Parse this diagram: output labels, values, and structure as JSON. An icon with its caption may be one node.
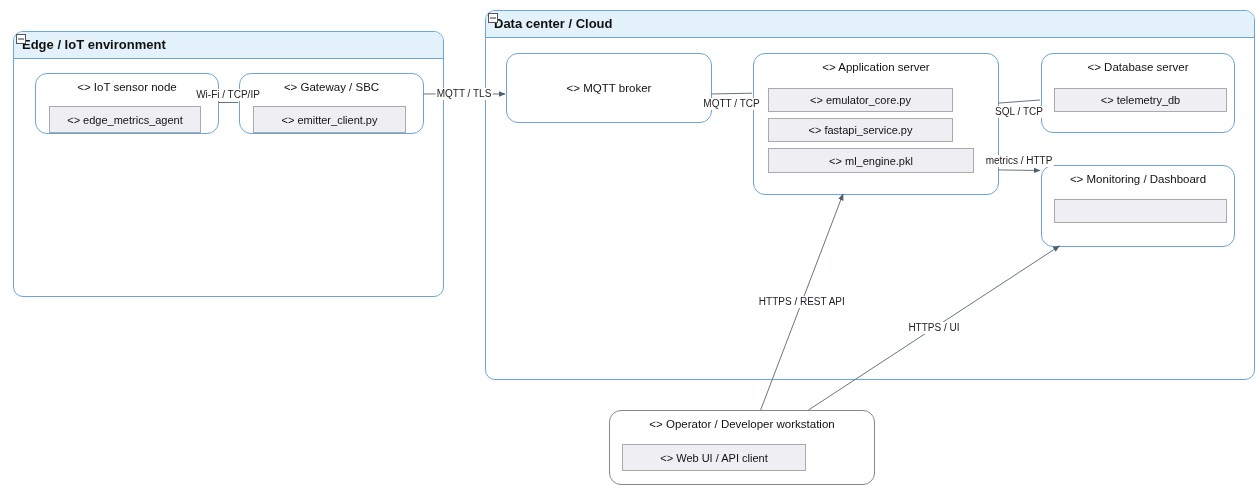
{
  "diagram": {
    "nodes": [
      {
        "text": [
          "Edge / IoT environment"
        ]
      },
      {
        "text": [
          "<> IoT sensor node"
        ],
        "in": 0
      },
      {
        "text": [
          "<> edge_metrics_agent"
        ],
        "in": 1
      },
      {
        "text": [
          "<> Gateway / SBC"
        ],
        "in": 0
      },
      {
        "text": [
          "<> emitter_client.py"
        ],
        "in": 3
      },
      {
        "text": [
          "Data center / Cloud"
        ]
      },
      {
        "text": [
          "<> MQTT broker"
        ],
        "in": 5
      },
      {
        "text": [
          "<> Application server"
        ],
        "in": 5
      },
      {
        "text": [
          "<> emulator_core.py"
        ],
        "in": 7
      },
      {
        "text": [
          "<> fastapi_service.py"
        ],
        "in": 7
      },
      {
        "text": [
          "<> ml_engine.pkl"
        ],
        "in": 7
      },
      {
        "text": [
          "<> Database server"
        ],
        "in": 5
      },
      {
        "text": [
          "<> telemetry_db"
        ],
        "in": 11
      },
      {
        "text": [
          "<> Monitoring / Dashboard"
        ],
        "in": 5
      },
      {
        "text": [],
        "shape": "box",
        "in": 13
      },
      {
        "text": [
          "<> Operator / Developer workstation"
        ]
      },
      {
        "text": [
          "<> Web UI / API client"
        ],
        "in": 15
      }
    ],
    "edges": [
      {
        "from": 1,
        "to": 3,
        "arrow": "none",
        "label": "Wi-Fi / TCP/IP"
      },
      {
        "from": 3,
        "to": 6,
        "arrow": "to",
        "label": "MQTT / TLS"
      },
      {
        "from": 6,
        "to": 7,
        "arrow": "none",
        "label": "MQTT / TCP"
      },
      {
        "from": 7,
        "to": 11,
        "arrow": "none",
        "label": "SQL / TCP"
      },
      {
        "from": 7,
        "to": 13,
        "arrow": "to",
        "label": "metrics / HTTP"
      },
      {
        "from": 15,
        "to": 7,
        "arrow": "to",
        "label": "HTTPS / REST API"
      },
      {
        "from": 15,
        "to": 13,
        "arrow": "to",
        "label": "HTTPS / UI"
      }
    ]
  }
}
